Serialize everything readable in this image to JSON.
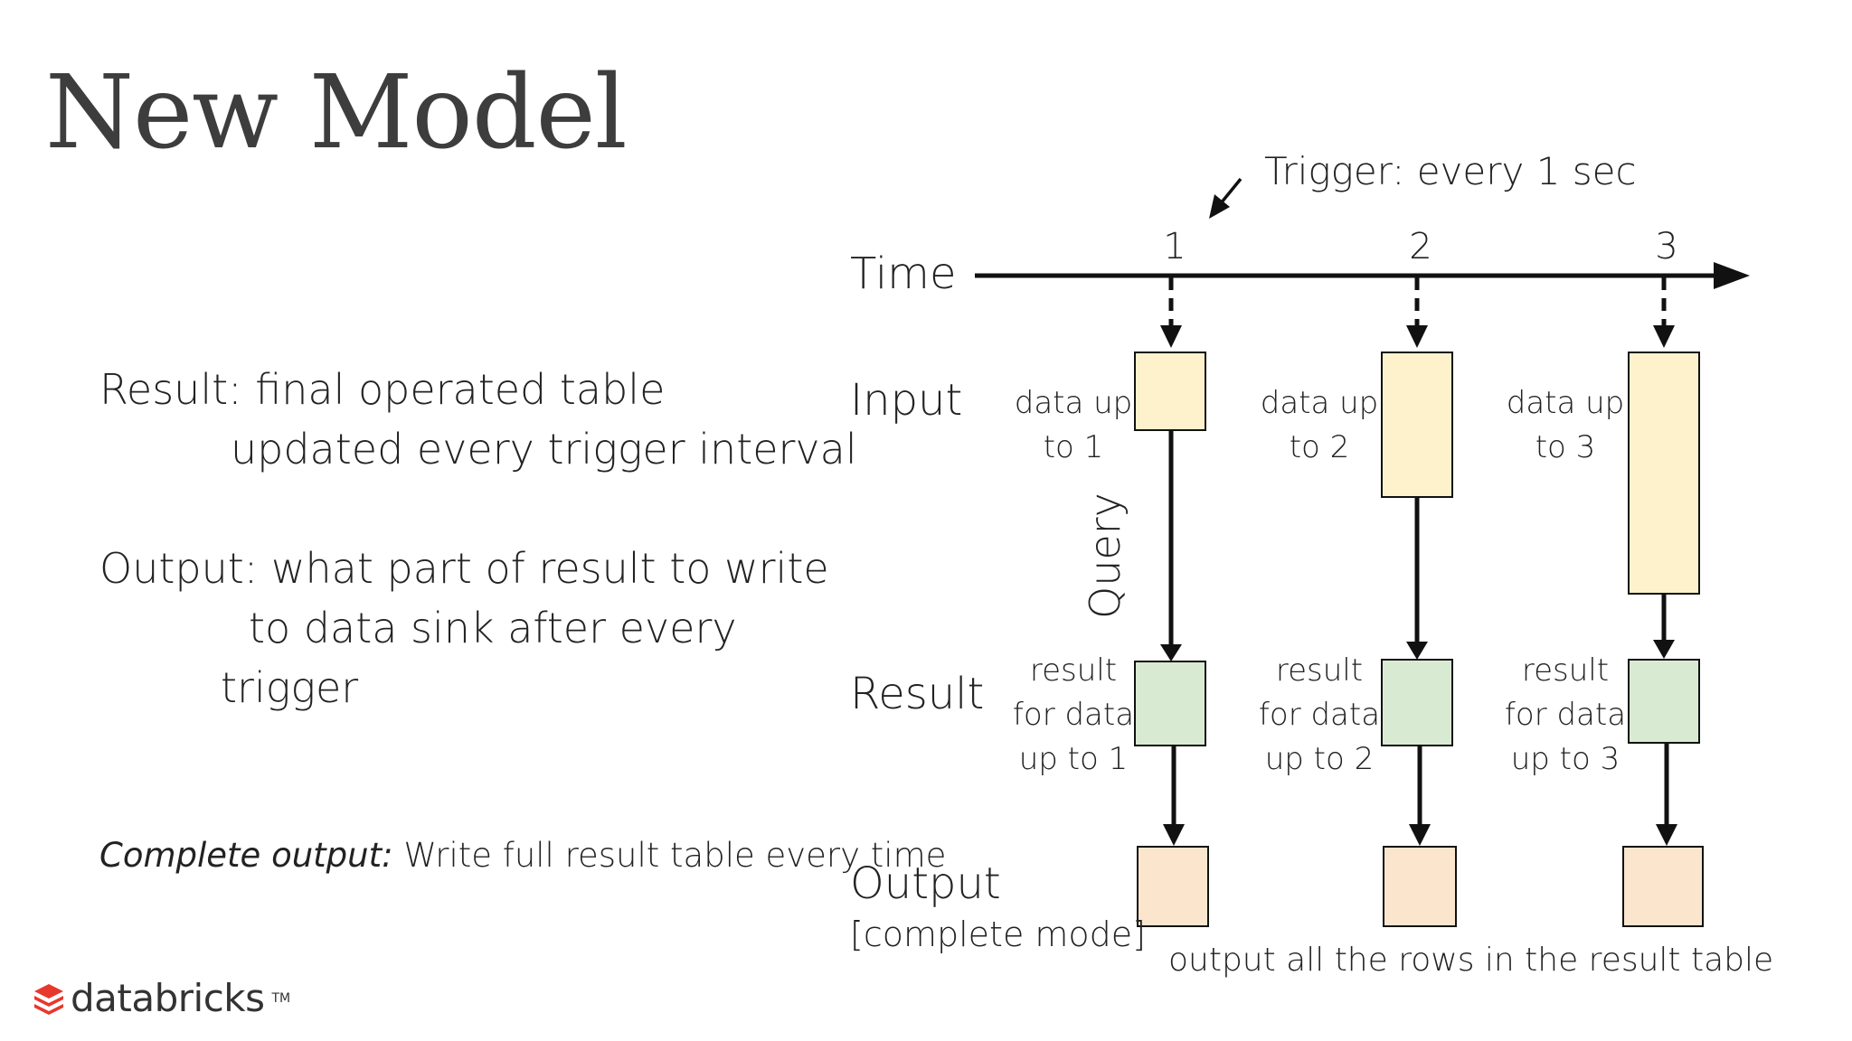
{
  "title": "New Model",
  "bullets": {
    "result_line1": "Result: final operated table",
    "result_line2": "updated every trigger interval",
    "output_line1": "Output: what part of result to write",
    "output_line2": "to data sink after every",
    "output_line3": "trigger"
  },
  "note": {
    "label": "Complete output:",
    "text": " Write full result table every time"
  },
  "diagram": {
    "trigger_label": "Trigger: every 1 sec",
    "rows": {
      "time": "Time",
      "input": "Input",
      "result": "Result",
      "output": "Output",
      "output_mode": "[complete mode]"
    },
    "query_label": "Query",
    "ticks": [
      "1",
      "2",
      "3"
    ],
    "columns": [
      {
        "input_line1": "data up",
        "input_line2": "to 1",
        "result_line1": "result",
        "result_line2": "for data",
        "result_line3": "up to 1"
      },
      {
        "input_line1": "data up",
        "input_line2": "to 2",
        "result_line1": "result",
        "result_line2": "for data",
        "result_line3": "up to 2"
      },
      {
        "input_line1": "data up",
        "input_line2": "to 3",
        "result_line1": "result",
        "result_line2": "for data",
        "result_line3": "up to 3"
      }
    ],
    "output_caption": "output all the rows in the result table",
    "colors": {
      "input_fill": "#fdf2cc",
      "result_fill": "#d9ead3",
      "output_fill": "#fbe5cd",
      "stroke": "#111111"
    }
  },
  "logo": {
    "text": "databricks",
    "tm": "TM"
  }
}
